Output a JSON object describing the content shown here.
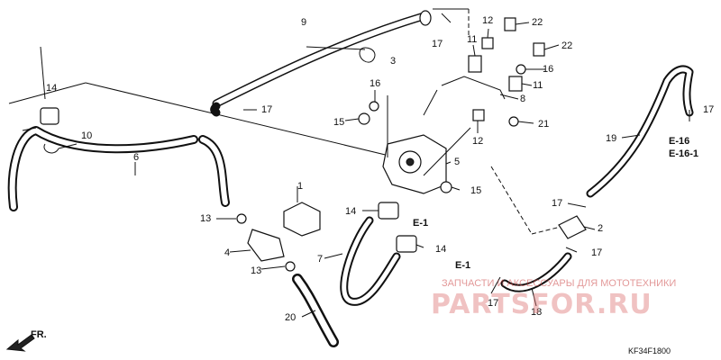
{
  "diagram": {
    "part_callouts": [
      "1",
      "2",
      "3",
      "4",
      "5",
      "6",
      "7",
      "8",
      "9",
      "10",
      "11",
      "11",
      "12",
      "12",
      "13",
      "13",
      "14",
      "14",
      "14",
      "15",
      "15",
      "16",
      "16",
      "17",
      "17",
      "17",
      "17",
      "17",
      "17",
      "18",
      "19",
      "20",
      "21",
      "22",
      "22"
    ],
    "section_refs": [
      "E-1",
      "E-1",
      "E-16",
      "E-16-1"
    ],
    "front_arrow_label": "FR.",
    "drawing_code": "KF34F1800"
  },
  "watermark": {
    "text": "ЗАПЧАСТИ И АКСЕССУАРЫ ДЛЯ МОТОТЕХНИКИ",
    "logo": "PARTSFOR.RU"
  }
}
